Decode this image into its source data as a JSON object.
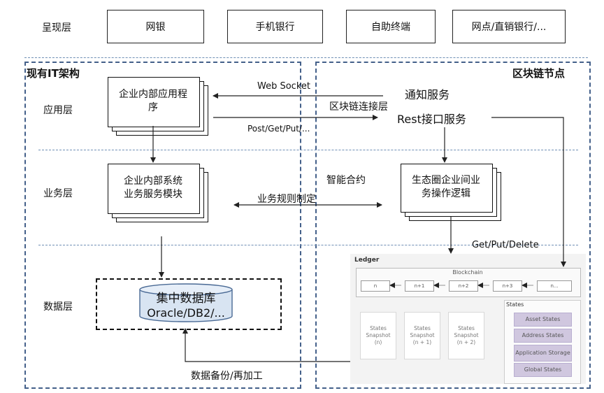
{
  "presentation": {
    "label": "呈现层",
    "items": [
      "网银",
      "手机银行",
      "自助终端",
      "网点/直销银行/..."
    ]
  },
  "regions": {
    "existing_it": "现有IT架构",
    "blockchain_node": "区块链节点"
  },
  "layers": {
    "application": "应用层",
    "business": "业务层",
    "data": "数据层"
  },
  "boxes": {
    "internal_app_line1": "企业内部应用程",
    "internal_app_line2": "序",
    "internal_biz_line1": "企业内部系统",
    "internal_biz_line2": "业务服务模块",
    "ecosystem_line1": "生态圈企业间业",
    "ecosystem_line2": "务操作逻辑",
    "central_db_line1": "集中数据库",
    "central_db_line2": "Oracle/DB2/..."
  },
  "annotations": {
    "websocket": "Web Socket",
    "notify_service": "通知服务",
    "connect_layer": "区块链连接层",
    "rest_service": "Rest接口服务",
    "http_methods": "Post/Get/Put/...",
    "smart_contract": "智能合约",
    "business_rules": "业务规则制定",
    "get_put_delete": "Get/Put/Delete",
    "data_backup": "数据备份/再加工"
  },
  "ledger": {
    "title": "Ledger",
    "blockchain_title": "Blockchain",
    "blocks": [
      "n",
      "n+1",
      "n+2",
      "n+3",
      "n..."
    ],
    "snapshots": [
      {
        "line1": "States",
        "line2": "Snapshot",
        "line3": "(n)"
      },
      {
        "line1": "States",
        "line2": "Snapshot",
        "line3": "(n + 1)"
      },
      {
        "line1": "States",
        "line2": "Snapshot",
        "line3": "(n + 2)"
      }
    ],
    "states_title": "States",
    "states": [
      "Asset States",
      "Address States",
      "Application Storage",
      "Global States"
    ]
  },
  "colors": {
    "region_border": "#44608a",
    "layer_divider": "#6f8fb5",
    "state_chip": "#d0c7df",
    "ledger_bg": "#f3f3f3",
    "db_fill": "#d8e4f2"
  }
}
